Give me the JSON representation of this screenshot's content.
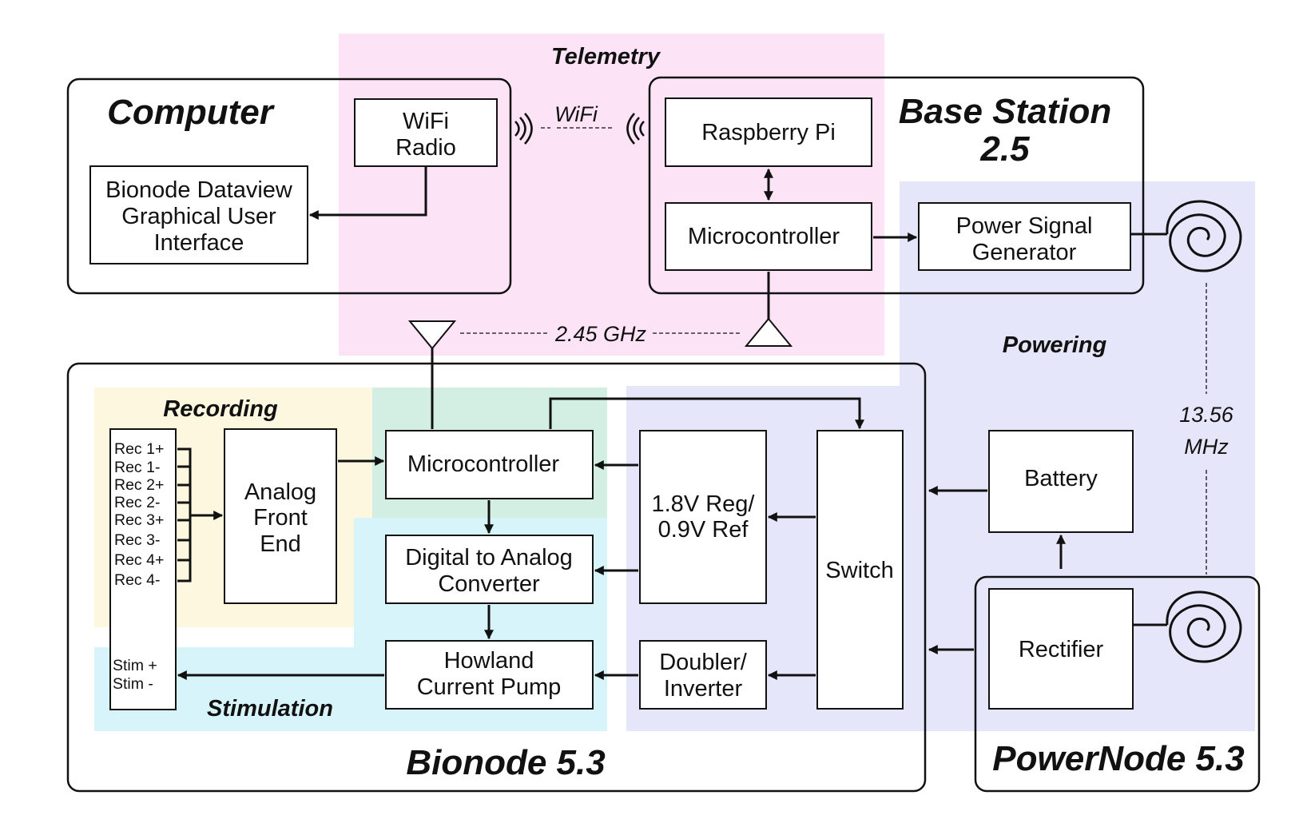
{
  "regions": {
    "telemetry": "Telemetry",
    "powering": "Powering",
    "recording": "Recording",
    "stimulation": "Stimulation"
  },
  "groups": {
    "computer": "Computer",
    "base_station_line1": "Base Station",
    "base_station_line2": "2.5",
    "bionode": "Bionode 5.3",
    "powernode": "PowerNode 5.3"
  },
  "blocks": {
    "wifi_radio": [
      "WiFi",
      "Radio"
    ],
    "dataview_gui": [
      "Bionode Dataview",
      "Graphical User",
      "Interface"
    ],
    "raspberry_pi": [
      "Raspberry Pi"
    ],
    "base_microcontroller": [
      "Microcontroller"
    ],
    "power_signal_generator": [
      "Power Signal",
      "Generator"
    ],
    "analog_front_end": [
      "Analog",
      "Front",
      "End"
    ],
    "bionode_microcontroller": [
      "Microcontroller"
    ],
    "dac": [
      "Digital to Analog",
      "Converter"
    ],
    "howland": [
      "Howland",
      "Current Pump"
    ],
    "regulator": [
      "1.8V Reg/",
      "0.9V Ref"
    ],
    "doubler": [
      "Doubler/",
      "Inverter"
    ],
    "switch": [
      "Switch"
    ],
    "battery": [
      "Battery"
    ],
    "rectifier": [
      "Rectifier"
    ]
  },
  "links": {
    "wifi": "WiFi",
    "radio": "2.45 GHz",
    "inductive_line1": "13.56",
    "inductive_line2": "MHz"
  },
  "connector": {
    "pins": [
      "Rec 1+",
      "Rec 1-",
      "Rec 2+",
      "Rec 2-",
      "Rec 3+",
      "Rec 3-",
      "Rec 4+",
      "Rec 4-"
    ],
    "stim": [
      "Stim +",
      "Stim -"
    ]
  },
  "colors": {
    "telemetry_bg": "#fde3f6",
    "powering_bg": "#e6e6fb",
    "recording_bg": "#fdf7df",
    "stimulation_bg": "#d8f4fb",
    "bionode_mcu_bg": "#d3eee2",
    "line": "#111111"
  }
}
